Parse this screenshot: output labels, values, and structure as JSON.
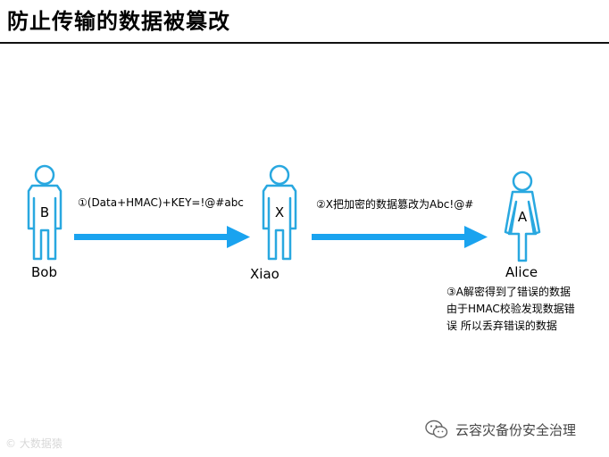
{
  "title": "防止传输的数据被篡改",
  "actors": [
    {
      "letter": "B",
      "name": "Bob"
    },
    {
      "letter": "X",
      "name": "Xiao"
    },
    {
      "letter": "A",
      "name": "Alice"
    }
  ],
  "messages": {
    "bob_to_xiao": "①(Data+HMAC)+KEY=!@#abc",
    "xiao_to_alice": "②X把加密的数据篡改为Abc!@#"
  },
  "note": [
    "③A解密得到了错误的数据",
    "由于HMAC校验发现数据错",
    "误  所以丢弃错误的数据"
  ],
  "watermark_left": "© 大数据猿",
  "watermark_right": "云容灾备份安全治理",
  "colors": {
    "figure": "#29a8e0",
    "arrow": "#1aa3ef"
  }
}
